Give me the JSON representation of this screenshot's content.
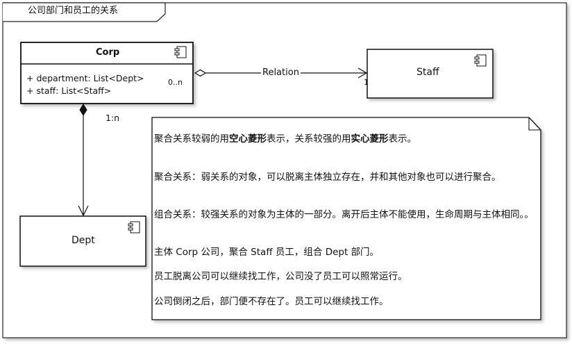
{
  "frame": {
    "title": "公司部门和员工的关系"
  },
  "classes": {
    "corp": {
      "name": "Corp",
      "attributes": [
        "+ department: List<Dept>",
        "+ staff: List<Staff>"
      ]
    },
    "staff": {
      "name": "Staff"
    },
    "dept": {
      "name": "Dept"
    }
  },
  "relations": {
    "aggregation": {
      "label": "Relation",
      "source_mult": "0..n",
      "target_mult": "1"
    },
    "composition": {
      "label": "1:n"
    }
  },
  "note": {
    "line1_a": "聚合关系较弱的用",
    "line1_b": "空心菱形",
    "line1_c": "表示，关系较强的用",
    "line1_d": "实心菱形",
    "line1_e": "表示。",
    "p2": "聚合关系：弱关系的对象，可以脱离主体独立存在，并和其他对象也可以进行聚合。",
    "p3": "组合关系：较强关系的对象为主体的一部分。离开后主体不能使用，生命周期与主体相同。。",
    "p4": "主体 Corp 公司，聚合  Staff 员工，组合 Dept 部门。",
    "p5": "员工脱离公司可以继续找工作，公司没了员工可以照常运行。",
    "p6": "公司倒闭之后，部门便不存在了。员工可以继续找工作。"
  }
}
